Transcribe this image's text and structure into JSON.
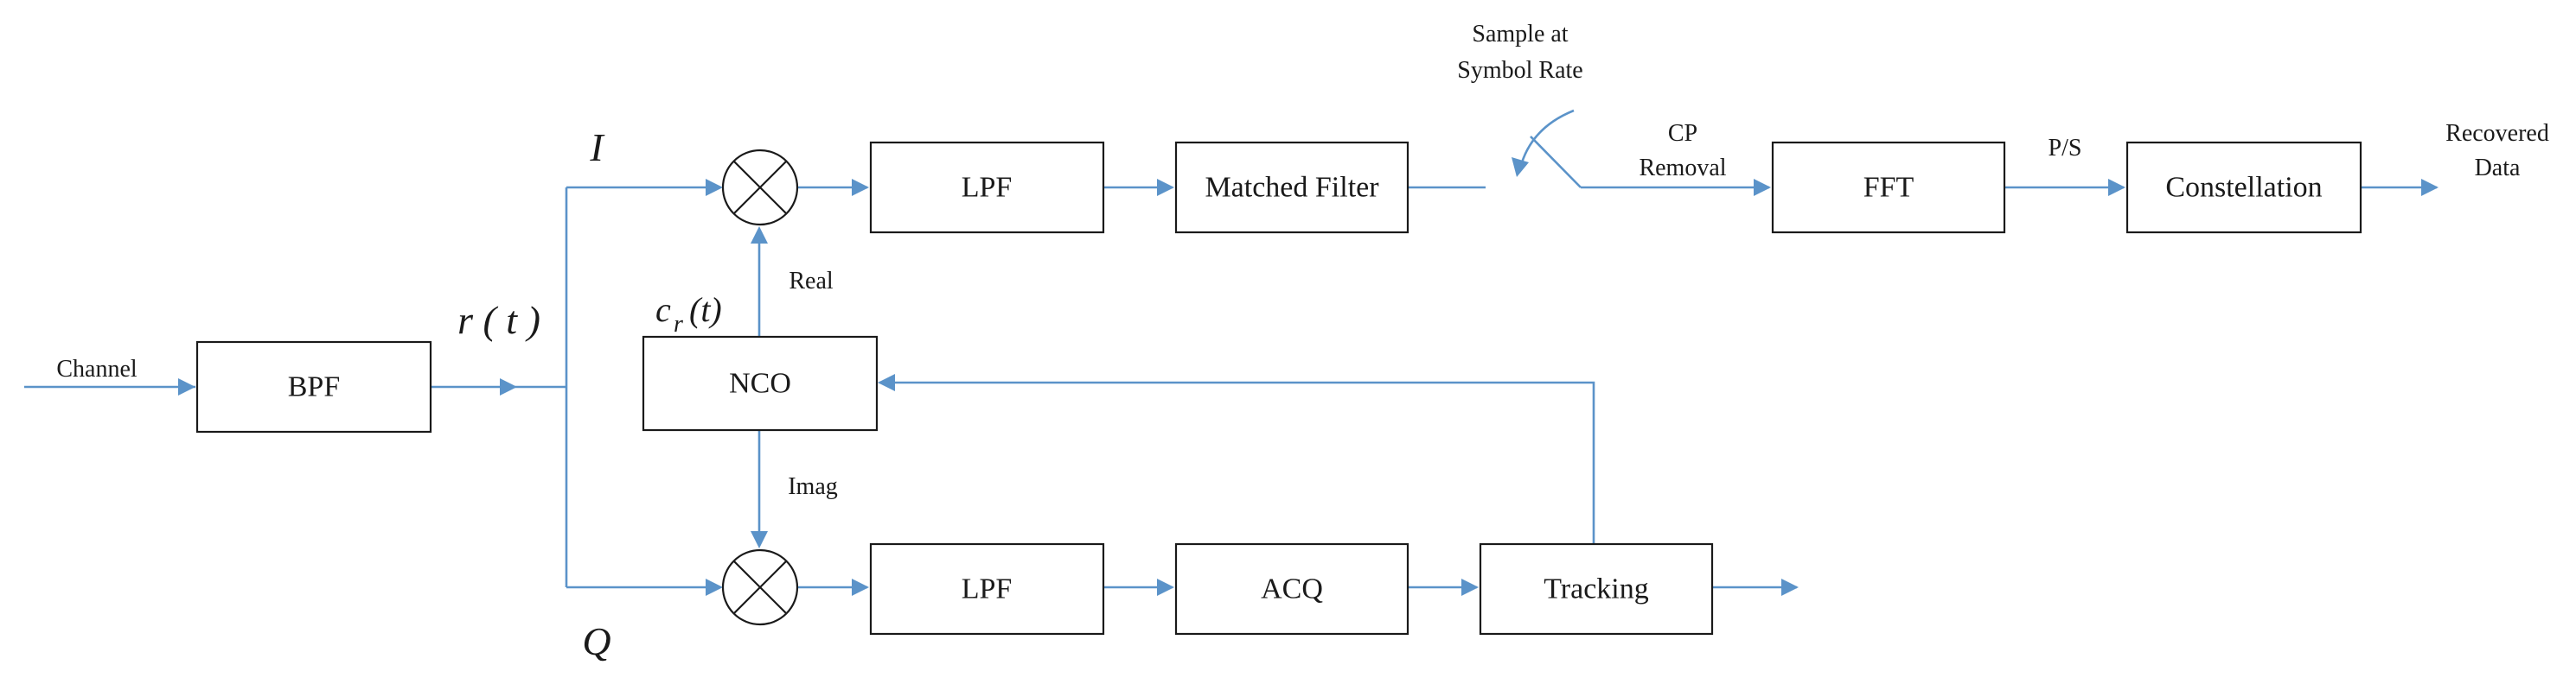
{
  "blocks": {
    "bpf": "BPF",
    "nco": "NCO",
    "lpf_i": "LPF",
    "matched_filter": "Matched Filter",
    "fft": "FFT",
    "constellation": "Constellation",
    "lpf_q": "LPF",
    "acq": "ACQ",
    "tracking": "Tracking"
  },
  "labels": {
    "channel": "Channel",
    "r_t": "r ( t )",
    "i_branch": "I",
    "q_branch": "Q",
    "cr_c": "c",
    "cr_sub": "r",
    "cr_t": "(t)",
    "real": "Real",
    "imag": "Imag",
    "sample_line1": "Sample at",
    "sample_line2": "Symbol Rate",
    "cp_line1": "CP",
    "cp_line2": "Removal",
    "ps": "P/S",
    "recovered_line1": "Recovered",
    "recovered_line2": "Data"
  },
  "colors": {
    "wire": "#5b93c9",
    "box_stroke": "#1a1a1a",
    "background": "#ffffff"
  }
}
